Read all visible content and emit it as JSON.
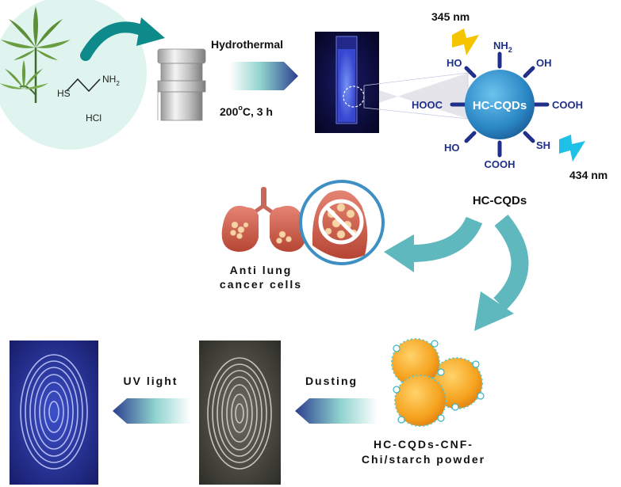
{
  "precursors": {
    "chem_hs": "HS",
    "chem_nh2": "NH",
    "chem_nh2_sub": "2",
    "chem_hcl": "HCl"
  },
  "synthesis": {
    "method": "Hydrothermal",
    "temperature_value": "200",
    "temperature_unit": "C, 3 h",
    "degree_symbol": "o"
  },
  "quantum_dot": {
    "core_label": "HC-CQDs",
    "excitation": "345 nm",
    "emission": "434 nm",
    "groups": {
      "nh2": "NH",
      "nh2_sub": "2",
      "oh_top_left": "HO",
      "oh_top_right": "OH",
      "hooc_left": "HOOC",
      "cooh_right": "COOH",
      "ho_bottom_left": "HO",
      "sh_bottom_right": "SH",
      "cooh_bottom": "COOH"
    },
    "caption": "HC-CQDs"
  },
  "application_lung": {
    "line1": "Anti lung",
    "line2": "cancer cells"
  },
  "powder": {
    "line1": "HC-CQDs-CNF-",
    "line2": "Chi/starch powder"
  },
  "fingerprint_steps": {
    "dusting": "Dusting",
    "uv": "UV light"
  },
  "colors": {
    "teal_arrow": "#0e8a8a",
    "light_teal_arrow": "#5fb8bd",
    "group_blue": "#1f2f8a",
    "dot_blue": "#2a86c4",
    "plant_circle": "#dff4ee",
    "powder_orange": "#f6a21e",
    "lightning_yellow": "#f5c400",
    "lightning_cyan": "#1ec0e6"
  },
  "icons": [
    "cannabis-leaf-icon",
    "autoclave-icon",
    "cuvette-icon",
    "lungs-icon",
    "no-entry-icon",
    "fingerprint-icon",
    "lightning-icon"
  ]
}
